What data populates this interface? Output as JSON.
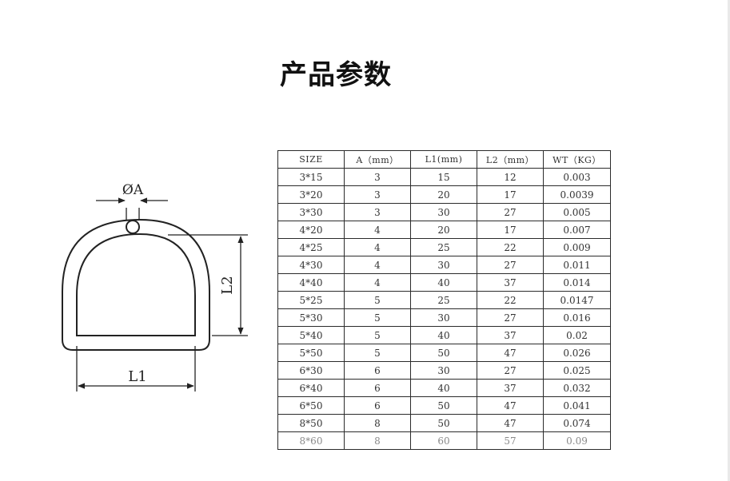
{
  "page": {
    "title": "产品参数"
  },
  "diagram": {
    "label_diameter": "ØA",
    "label_height": "L2",
    "label_width": "L1"
  },
  "table": {
    "headers": [
      "SIZE",
      "A（mm）",
      "L1(mm)",
      "L2（mm）",
      "WT（KG）"
    ],
    "rows": [
      [
        "3*15",
        "3",
        "15",
        "12",
        "0.003"
      ],
      [
        "3*20",
        "3",
        "20",
        "17",
        "0.0039"
      ],
      [
        "3*30",
        "3",
        "30",
        "27",
        "0.005"
      ],
      [
        "4*20",
        "4",
        "20",
        "17",
        "0.007"
      ],
      [
        "4*25",
        "4",
        "25",
        "22",
        "0.009"
      ],
      [
        "4*30",
        "4",
        "30",
        "27",
        "0.011"
      ],
      [
        "4*40",
        "4",
        "40",
        "37",
        "0.014"
      ],
      [
        "5*25",
        "5",
        "25",
        "22",
        "0.0147"
      ],
      [
        "5*30",
        "5",
        "30",
        "27",
        "0.016"
      ],
      [
        "5*40",
        "5",
        "40",
        "37",
        "0.02"
      ],
      [
        "5*50",
        "5",
        "50",
        "47",
        "0.026"
      ],
      [
        "6*30",
        "6",
        "30",
        "27",
        "0.025"
      ],
      [
        "6*40",
        "6",
        "40",
        "37",
        "0.032"
      ],
      [
        "6*50",
        "6",
        "50",
        "47",
        "0.041"
      ],
      [
        "8*50",
        "8",
        "50",
        "47",
        "0.074"
      ],
      [
        "8*60",
        "8",
        "60",
        "57",
        "0.09"
      ]
    ]
  }
}
